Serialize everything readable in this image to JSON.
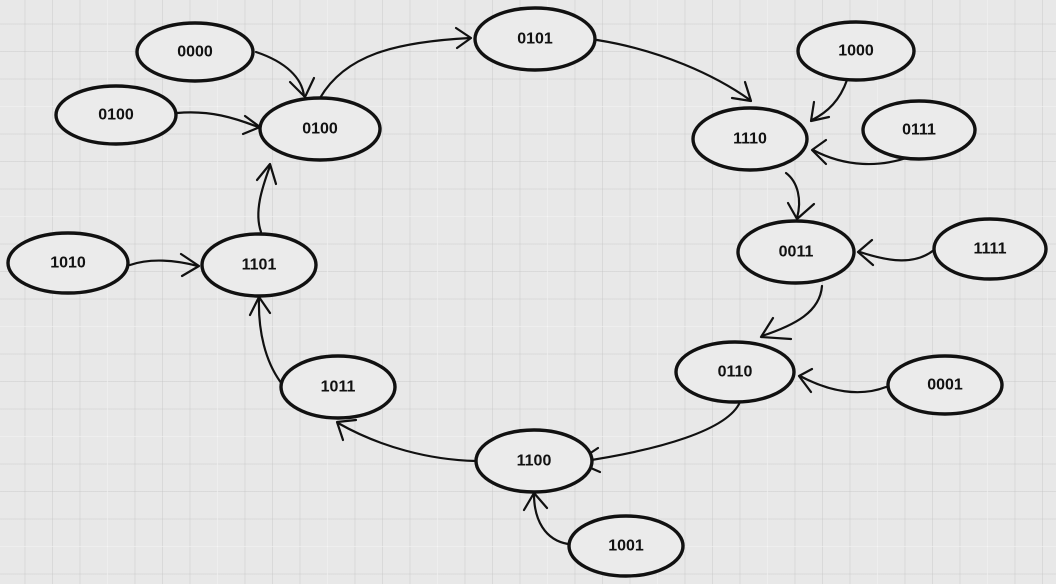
{
  "diagram": {
    "nodes": {
      "n0000": "0000",
      "n0100a": "0100",
      "n0100b": "0100",
      "n0101": "0101",
      "n1000": "1000",
      "n0111": "0111",
      "n1110": "1110",
      "n0011": "0011",
      "n1111": "1111",
      "n0110": "0110",
      "n0001": "0001",
      "n1100": "1100",
      "n1001": "1001",
      "n1011": "1011",
      "n1101": "1101",
      "n1010": "1010"
    },
    "edges": [
      {
        "from": "n0000",
        "to": "n0100b"
      },
      {
        "from": "n0100a",
        "to": "n0100b"
      },
      {
        "from": "n0100b",
        "to": "n0101"
      },
      {
        "from": "n0101",
        "to": "n1110"
      },
      {
        "from": "n1000",
        "to": "n1110"
      },
      {
        "from": "n0111",
        "to": "n1110"
      },
      {
        "from": "n1110",
        "to": "n0011"
      },
      {
        "from": "n1111",
        "to": "n0011"
      },
      {
        "from": "n0011",
        "to": "n0110"
      },
      {
        "from": "n0001",
        "to": "n0110"
      },
      {
        "from": "n0110",
        "to": "n1100"
      },
      {
        "from": "n1001",
        "to": "n1100"
      },
      {
        "from": "n1100",
        "to": "n1011"
      },
      {
        "from": "n1011",
        "to": "n1101"
      },
      {
        "from": "n1010",
        "to": "n1101"
      },
      {
        "from": "n1101",
        "to": "n0100b"
      }
    ]
  }
}
